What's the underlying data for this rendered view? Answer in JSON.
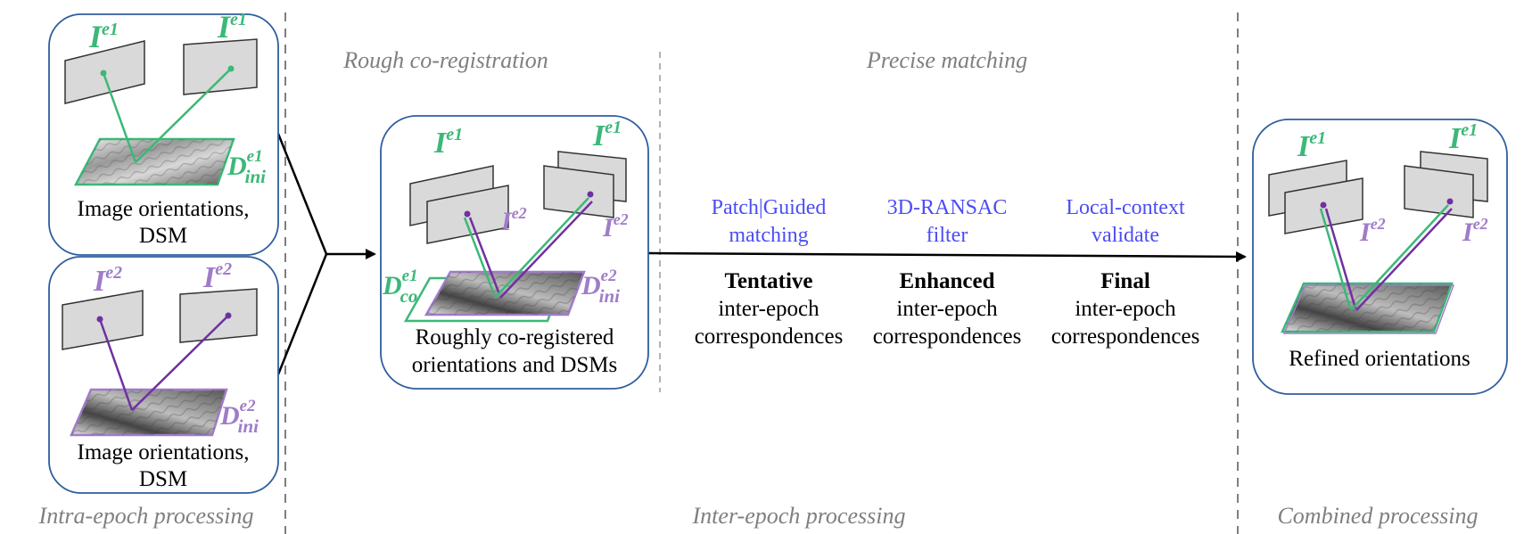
{
  "sections": {
    "intra": "Intra-epoch processing",
    "inter": "Inter-epoch processing",
    "combined": "Combined processing",
    "rough": "Rough co-registration",
    "precise": "Precise matching"
  },
  "boxes": {
    "epoch1": {
      "caption_line1": "Image orientations,",
      "caption_line2": "DSM"
    },
    "epoch2": {
      "caption_line1": "Image orientations,",
      "caption_line2": "DSM"
    },
    "coreg": {
      "caption_line1": "Roughly co-registered",
      "caption_line2": "orientations and DSMs"
    },
    "refined": {
      "caption_line1": "Refined orientations"
    }
  },
  "symbols": {
    "image": "I",
    "e1": "e1",
    "e2": "e2",
    "dsm": "D",
    "ini": "ini",
    "co": "co"
  },
  "steps": [
    {
      "line1": "Patch|Guided",
      "line2": "matching",
      "status": "Tentative",
      "desc1": "inter-epoch",
      "desc2": "correspondences"
    },
    {
      "line1": "3D-RANSAC",
      "line2": "filter",
      "status": "Enhanced",
      "desc1": "inter-epoch",
      "desc2": "correspondences"
    },
    {
      "line1": "Local-context",
      "line2": "validate",
      "status": "Final",
      "desc1": "inter-epoch",
      "desc2": "correspondences"
    }
  ],
  "colors": {
    "green": "#3cb878",
    "purple": "#7030a0",
    "purple_light": "#a07cc8",
    "blue_text": "#4c4cf5",
    "box_border": "#2e5e9e",
    "plane_fill": "#d9d9d9",
    "divider": "#7f7f7f"
  }
}
